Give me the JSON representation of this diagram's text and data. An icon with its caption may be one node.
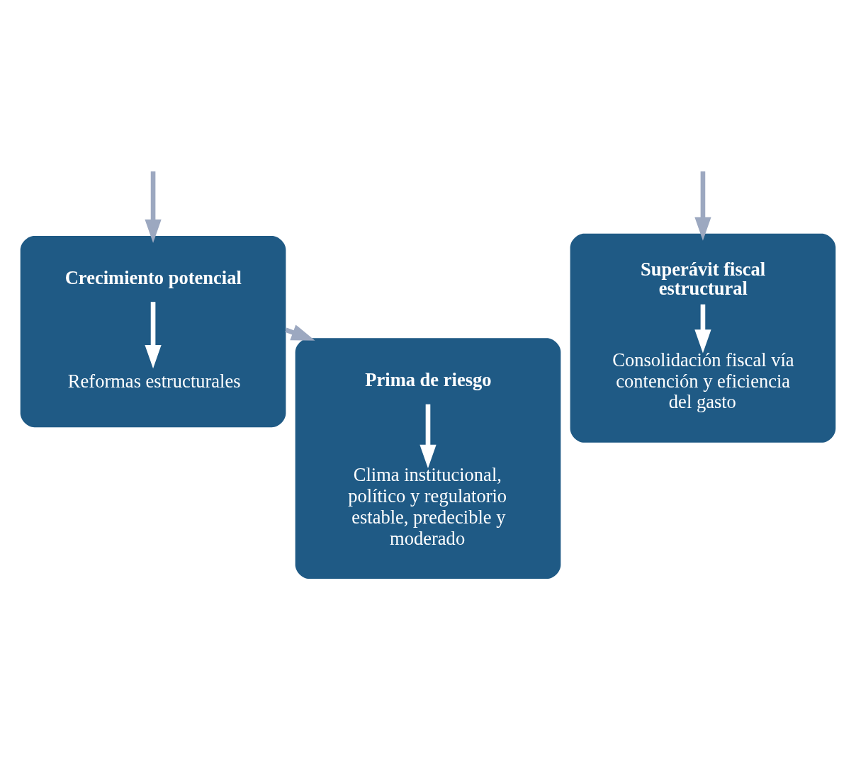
{
  "diagram": {
    "nodes": [
      {
        "text": [],
        "shape": "gear"
      },
      {
        "text": [
          "Crecimiento potencial"
        ],
        "in": 0
      },
      {
        "text": [
          "Reformas estructurales"
        ],
        "in": 0
      },
      {
        "text": [],
        "shape": "gear"
      },
      {
        "text": [
          "Superávit fiscal estructural"
        ],
        "in": 3
      },
      {
        "text": [
          "Consolidación fiscal vía contención y eficiencia del gasto"
        ],
        "in": 3
      },
      {
        "text": [],
        "shape": "gear"
      },
      {
        "text": [
          "Prima de riesgo"
        ],
        "in": 6
      },
      {
        "text": [
          "Clima institucional, político y regulatorio estable, predecible y moderado"
        ],
        "in": 6
      }
    ],
    "edges": [
      {
        "from": 1,
        "to": 2,
        "arrow": "to",
        "color": "#ffffff"
      },
      {
        "from": 4,
        "to": 5,
        "arrow": "to",
        "color": "#ffffff"
      },
      {
        "from": 7,
        "to": 8,
        "arrow": "to",
        "color": "#ffffff"
      },
      {
        "from": null,
        "to": 0,
        "arrow": "to",
        "color": "#9ca8c0"
      },
      {
        "from": null,
        "to": 3,
        "arrow": "to",
        "color": "#9ca8c0"
      },
      {
        "from": 0,
        "to": 6,
        "arrow": "to",
        "color": "#9ca8c0"
      }
    ]
  }
}
